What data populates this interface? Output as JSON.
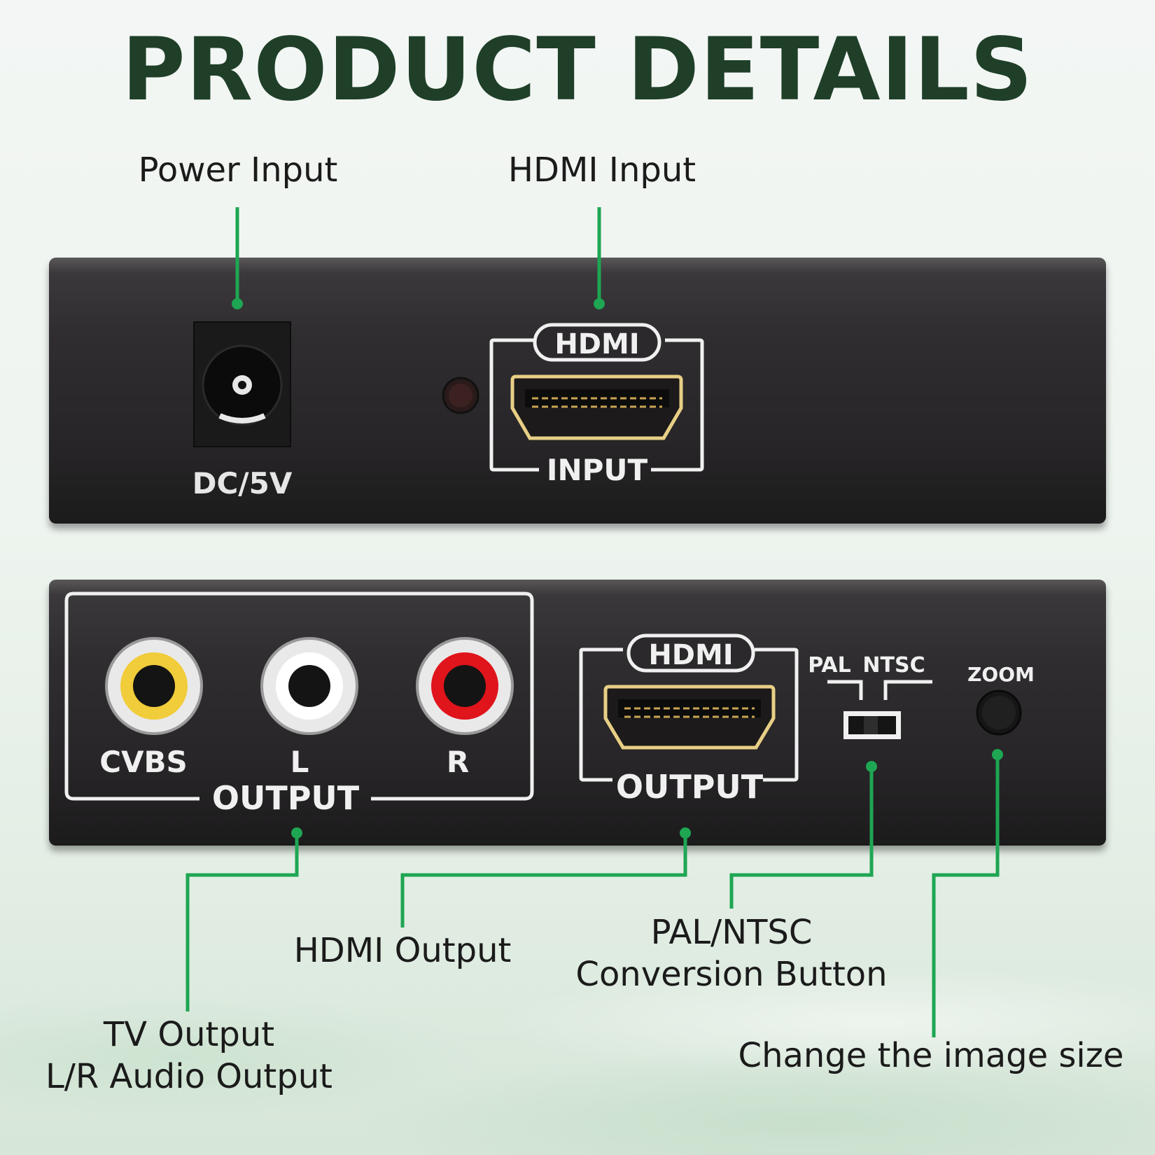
{
  "title": "PRODUCT DETAILS",
  "callouts": {
    "power_input": "Power Input",
    "hdmi_input": "HDMI Input",
    "tv_output_line1": "TV Output",
    "tv_output_line2": "L/R Audio Output",
    "hdmi_output": "HDMI Output",
    "pal_ntsc_line1": "PAL/NTSC",
    "pal_ntsc_line2": "Conversion Button",
    "zoom": "Change the image size"
  },
  "device_labels": {
    "dc": "DC/5V",
    "hdmi": "HDMI",
    "input": "INPUT",
    "output": "OUTPUT",
    "cvbs": "CVBS",
    "left": "L",
    "right": "R",
    "pal": "PAL",
    "ntsc": "NTSC",
    "zoom": "ZOOM"
  },
  "colors": {
    "leader_line": "#1ea653",
    "rca_video": "#f1cc3b",
    "rca_left": "#ffffff",
    "rca_right": "#e0141b",
    "hdmi_port_gold": "#e8cf86"
  }
}
